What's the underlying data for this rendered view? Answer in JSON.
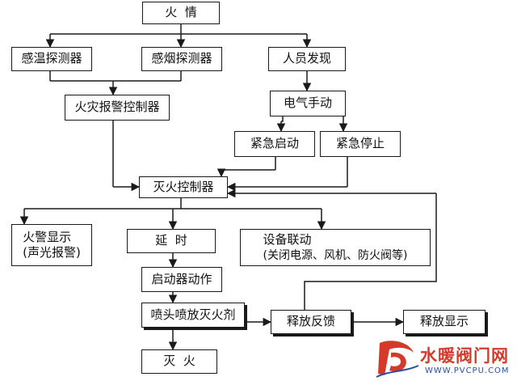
{
  "diagram": {
    "nodes": {
      "fire": "火  情",
      "temp_detector": "感温探测器",
      "smoke_detector": "感烟探测器",
      "person_found": "人员发现",
      "fire_alarm_controller": "火灾报警控制器",
      "electric_manual": "电气手动",
      "emergency_start": "紧急启动",
      "emergency_stop": "紧急停止",
      "extinguish_controller": "灭火控制器",
      "alarm_display_line1": "火警显示",
      "alarm_display_line2": "(声光报警)",
      "delay": "延  时",
      "linkage_line1": "设备联动",
      "linkage_line2": "(关闭电源、风机、防火阀等)",
      "starter_action": "启动器动作",
      "nozzle_release": "喷头喷放灭火剂",
      "release_feedback": "释放反馈",
      "release_display": "释放显示",
      "extinguished": "灭  火"
    },
    "colors": {
      "line": "#1a1a1a",
      "background": "#ffffff"
    }
  },
  "watermark": {
    "logo_icon": "pv-logo-icon",
    "text": "水暖阀门网",
    "url": "WWW.PVCPU.COM",
    "colors": {
      "text": "#d33a2c",
      "url": "#2a4da8",
      "logo": "#d33a2c"
    }
  }
}
